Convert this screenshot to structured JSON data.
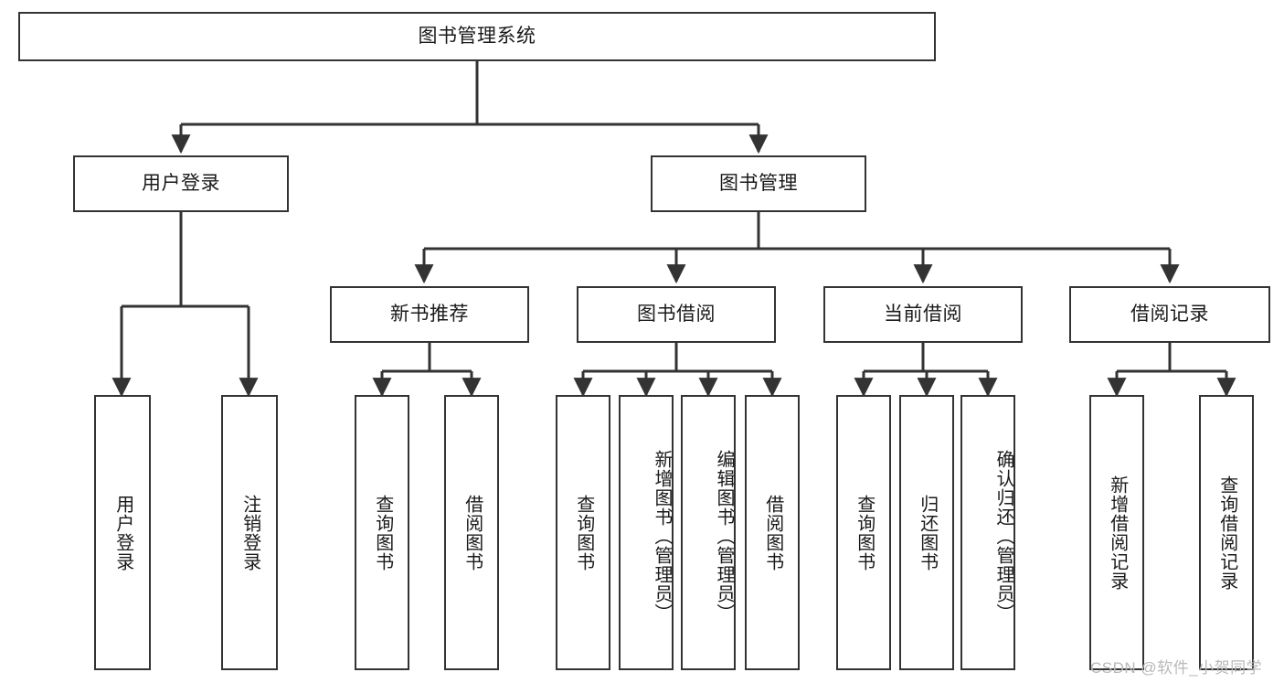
{
  "diagram": {
    "title": "图书管理系统",
    "type": "tree-hierarchy-diagram",
    "colors": {
      "box_border": "#333333",
      "box_fill": "#ffffff",
      "edge": "#333333",
      "text": "#1a1a1a",
      "watermark": "#b9b9b9",
      "background": "#ffffff"
    }
  },
  "nodes": {
    "root": {
      "label": "图书管理系统"
    },
    "level2": [
      {
        "label": "用户登录"
      },
      {
        "label": "图书管理"
      }
    ],
    "level3": [
      {
        "label": "新书推荐"
      },
      {
        "label": "图书借阅"
      },
      {
        "label": "当前借阅"
      },
      {
        "label": "借阅记录"
      }
    ],
    "leaves": [
      {
        "label": "用户登录",
        "parent": "用户登录"
      },
      {
        "label": "注销登录",
        "parent": "用户登录"
      },
      {
        "label": "查询图书",
        "parent": "新书推荐"
      },
      {
        "label": "借阅图书",
        "parent": "新书推荐"
      },
      {
        "label": "查询图书",
        "parent": "图书借阅"
      },
      {
        "label": "新增图书（管理员）",
        "parent": "图书借阅"
      },
      {
        "label": "编辑图书（管理员）",
        "parent": "图书借阅"
      },
      {
        "label": "借阅图书",
        "parent": "图书借阅"
      },
      {
        "label": "查询图书",
        "parent": "当前借阅"
      },
      {
        "label": "归还图书",
        "parent": "当前借阅"
      },
      {
        "label": "确认归还（管理员）",
        "parent": "当前借阅"
      },
      {
        "label": "新增借阅记录",
        "parent": "借阅记录"
      },
      {
        "label": "查询借阅记录",
        "parent": "借阅记录"
      }
    ]
  },
  "watermark": {
    "text": "CSDN @软件_小贺同学"
  }
}
